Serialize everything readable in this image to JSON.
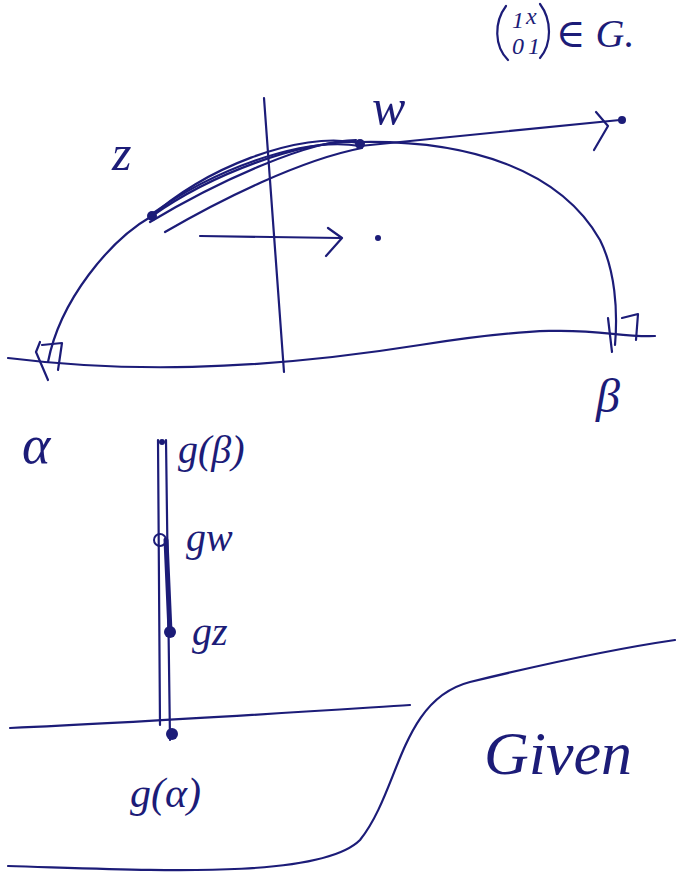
{
  "diagram": {
    "labels": [
      "1",
      "x",
      "0",
      "1",
      "∈ G.",
      "z",
      "w",
      "α",
      "β",
      "g(β)",
      "gw",
      "gz",
      "g(α)",
      "Given"
    ]
  }
}
